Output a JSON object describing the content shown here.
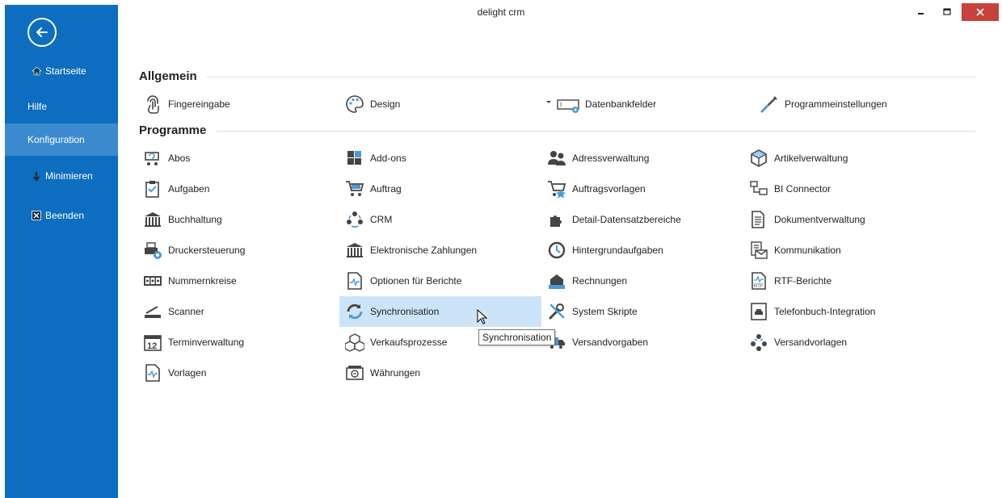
{
  "window": {
    "title": "delight crm"
  },
  "sidebar": {
    "items": [
      {
        "label": "Startseite",
        "icon": "home-icon"
      },
      {
        "label": "Hilfe"
      },
      {
        "label": "Konfiguration",
        "active": true
      },
      {
        "label": "Minimieren",
        "icon": "arrow-down-icon"
      },
      {
        "label": "Beenden",
        "icon": "close-box-icon"
      }
    ]
  },
  "sections": {
    "allgemein": {
      "title": "Allgemein",
      "items": [
        "Fingereingabe",
        "Design",
        "Datenbankfelder",
        "Programmeinstellungen"
      ]
    },
    "programme": {
      "title": "Programme",
      "items": [
        "Abos",
        "Add-ons",
        "Adressverwaltung",
        "Artikelverwaltung",
        "Aufgaben",
        "Auftrag",
        "Auftragsvorlagen",
        "BI Connector",
        "Buchhaltung",
        "CRM",
        "Detail-Datensatzbereiche",
        "Dokumentverwaltung",
        "Druckersteuerung",
        "Elektronische Zahlungen",
        "Hintergrundaufgaben",
        "Kommunikation",
        "Nummernkreise",
        "Optionen für Berichte",
        "Rechnungen",
        "RTF-Berichte",
        "Scanner",
        "Synchronisation",
        "System Skripte",
        "Telefonbuch-Integration",
        "Terminverwaltung",
        "Verkaufsprozesse",
        "Versandvorgaben",
        "Versandvorlagen",
        "Vorlagen",
        "Währungen"
      ]
    }
  },
  "highlighted_item": "Synchronisation",
  "tooltip": {
    "text": "Synchronisation"
  },
  "colors": {
    "sidebar": "#0d6ebf",
    "sidebar_active": "#3b8ad0",
    "highlight": "#cce4f7",
    "close": "#c7423a"
  }
}
